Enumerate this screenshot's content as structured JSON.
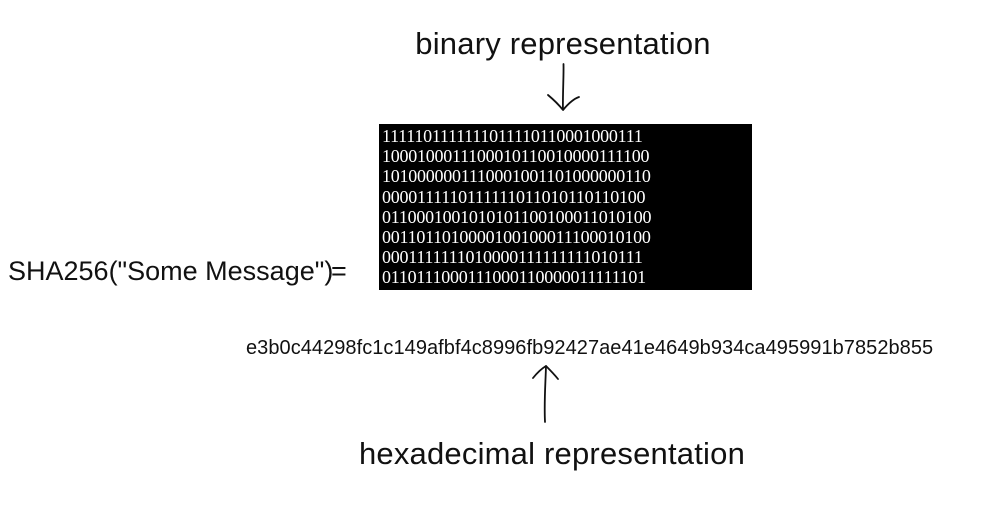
{
  "labels": {
    "binary_title": "binary representation",
    "hex_title": "hexadecimal representation"
  },
  "expression": {
    "function_call": "SHA256(\"Some Message\")",
    "equals": "="
  },
  "binary": {
    "rows": [
      "1111101111111011110110001000111",
      "1000100011100010110010000111100",
      "1010000001110001001101000000110",
      "0000111110111111011010110110100",
      "0110001001010101100100011010100",
      "0011011010000100100011100010100",
      "0001111111010000111111111010111",
      "0110111000111000110000011111101"
    ]
  },
  "hex": {
    "value": "e3b0c44298fc1c149afbf4c8996fb92427ae41e4649b934ca495991b7852b855"
  },
  "colors": {
    "ink": "#111111",
    "binary_background": "#000000",
    "binary_text": "#ffffff"
  },
  "icons": {
    "top_arrow": "hand-drawn-arrow-down-icon",
    "bottom_arrow": "hand-drawn-arrow-up-icon"
  }
}
